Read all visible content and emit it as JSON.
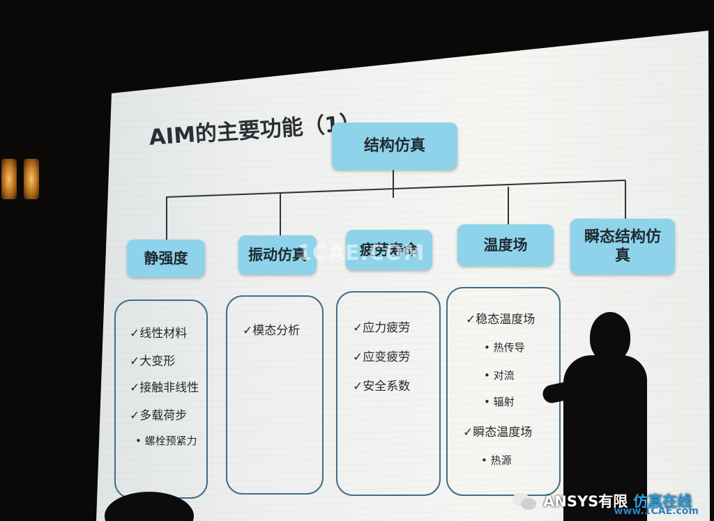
{
  "slide": {
    "title": "AIM的主要功能（1）",
    "root": "结构仿真",
    "categories": [
      {
        "label": "静强度",
        "items": [
          "✓线性材料",
          "✓大变形",
          "✓接触非线性",
          "✓多载荷步",
          "• 螺栓预紧力"
        ]
      },
      {
        "label": "振动仿真",
        "items": [
          "✓模态分析"
        ]
      },
      {
        "label": "疲劳寿命",
        "items": [
          "✓应力疲劳",
          "✓应变疲劳",
          "✓安全系数"
        ]
      },
      {
        "label": "温度场",
        "items": [
          "✓稳态温度场",
          "• 热传导",
          "• 对流",
          "• 辐射",
          "✓瞬态温度场",
          "• 热源"
        ]
      },
      {
        "label": "瞬态结构仿真"
      }
    ]
  },
  "watermark": "1CAE.COM",
  "footer": {
    "brand": "ANSYS有限",
    "accent": "仿真在线",
    "site": "www.1CAE.com"
  },
  "colors": {
    "box": "#8ed3ea",
    "panel_border": "#3e6d86",
    "accent": "#2aa1e0"
  }
}
